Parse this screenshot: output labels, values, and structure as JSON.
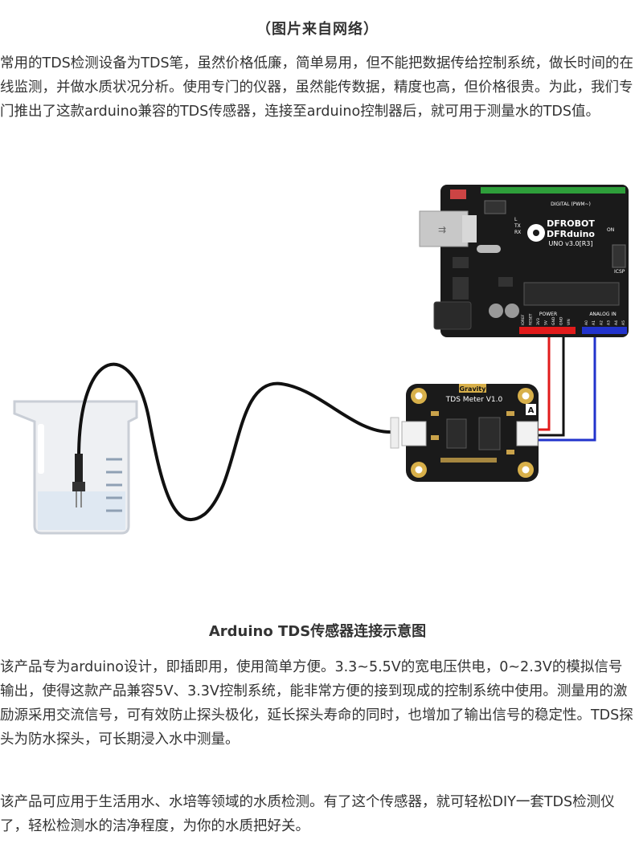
{
  "image_source_caption": "（图片来自网络）",
  "intro_paragraph": "常用的TDS检测设备为TDS笔，虽然价格低廉，简单易用，但不能把数据传给控制系统，做长时间的在线监测，并做水质状况分析。使用专门的仪器，虽然能传数据，精度也高，但价格很贵。为此，我们专门推出了这款arduino兼容的TDS传感器，连接至arduino控制器后，就可用于测量水的TDS值。",
  "figure": {
    "caption": "Arduino TDS传感器连接示意图",
    "board_labels": {
      "brand": "DFROBOT",
      "model": "DFRduino",
      "version": "UNO v3.0[R3]",
      "digital_header": "DIGITAL (PWM~)",
      "power_header": "POWER",
      "analog_header": "ANALOG IN",
      "icsp": "ICSP",
      "on": "ON",
      "led_labels": [
        "L",
        "TX",
        "RX"
      ],
      "power_pins": [
        "IOREF",
        "RESET",
        "3V3",
        "5V",
        "GND",
        "GND",
        "VIN"
      ],
      "analog_pins": [
        "A0",
        "A1",
        "A2",
        "A3",
        "A4",
        "A5"
      ]
    },
    "module_labels": {
      "brand": "Gravity",
      "name": "TDS Meter V1.0",
      "port": "A"
    },
    "colors": {
      "board": "#1a1a1a",
      "wire_red": "#e21b1b",
      "wire_black": "#111111",
      "wire_blue": "#2233cc",
      "header_green": "#2e9e3a",
      "module_gold": "#d8b04a"
    }
  },
  "body_paragraph_1": "该产品专为arduino设计，即插即用，使用简单方便。3.3~5.5V的宽电压供电，0~2.3V的模拟信号输出，使得这款产品兼容5V、3.3V控制系统，能非常方便的接到现成的控制系统中使用。测量用的激励源采用交流信号，可有效防止探头极化，延长探头寿命的同时，也增加了输出信号的稳定性。TDS探头为防水探头，可长期浸入水中测量。",
  "body_paragraph_2": "该产品可应用于生活用水、水培等领域的水质检测。有了这个传感器，就可轻松DIY一套TDS检测仪了，轻松检测水的洁净程度，为你的水质把好关。"
}
